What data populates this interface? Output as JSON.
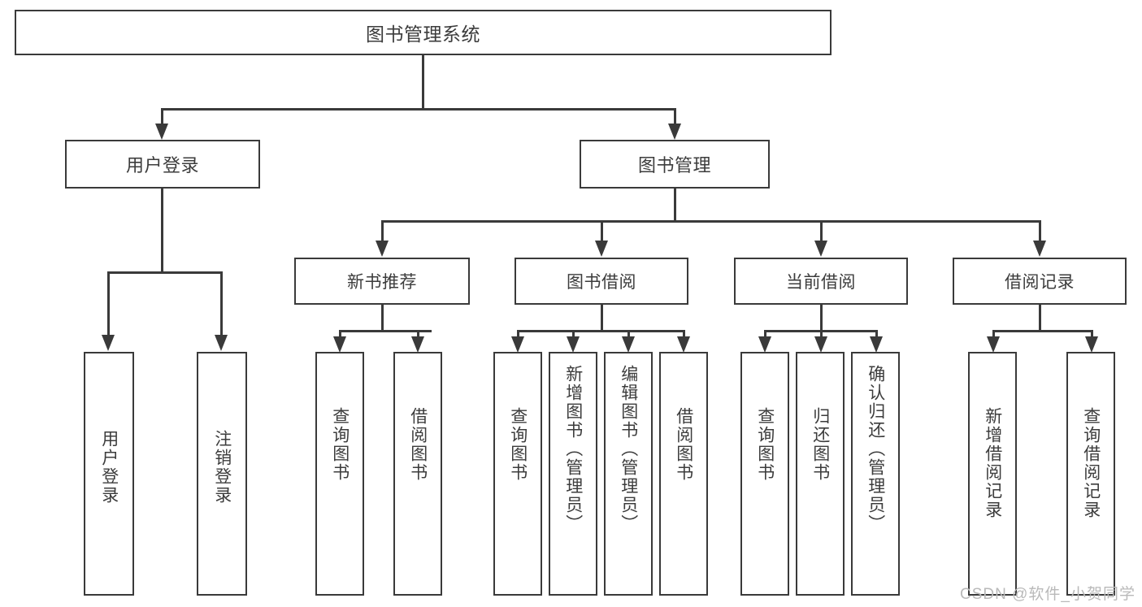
{
  "diagram": {
    "title": "图书管理系统",
    "root": {
      "label": "图书管理系统"
    },
    "level1": [
      {
        "label": "用户登录"
      },
      {
        "label": "图书管理"
      }
    ],
    "level2": [
      {
        "label": "新书推荐"
      },
      {
        "label": "图书借阅"
      },
      {
        "label": "当前借阅"
      },
      {
        "label": "借阅记录"
      }
    ],
    "leaves": {
      "user_login": [
        {
          "label": "用户登录"
        },
        {
          "label": "注销登录"
        }
      ],
      "new_book_recommend": [
        {
          "label": "查询图书"
        },
        {
          "label": "借阅图书"
        }
      ],
      "book_borrow": [
        {
          "label": "查询图书"
        },
        {
          "label": "新增图书（管理员）"
        },
        {
          "label": "编辑图书（管理员）"
        },
        {
          "label": "借阅图书"
        }
      ],
      "current_borrow": [
        {
          "label": "查询图书"
        },
        {
          "label": "归还图书"
        },
        {
          "label": "确认归还（管理员）"
        }
      ],
      "borrow_records": [
        {
          "label": "新增借阅记录"
        },
        {
          "label": "查询借阅记录"
        }
      ]
    }
  },
  "watermark": {
    "text": "CSDN @软件_小贺同学"
  },
  "colors": {
    "stroke": "#3a3a3a",
    "text": "#3c3c3c",
    "background": "#ffffff",
    "watermark": "#b9b9b9"
  }
}
